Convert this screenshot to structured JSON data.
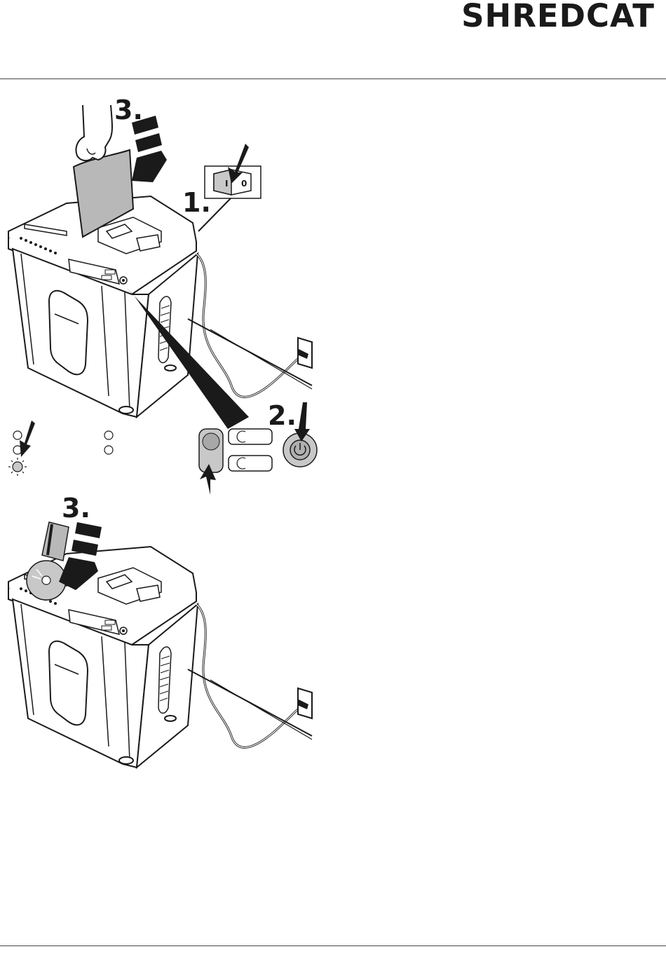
{
  "header": {
    "brand": "SHREDCAT"
  },
  "figure_top": {
    "steps": {
      "switch_on": "1.",
      "power_button": "2.",
      "insert_paper": "3."
    },
    "main_switch_symbols": {
      "on": "I",
      "off": "0"
    }
  },
  "figure_bottom": {
    "steps": {
      "insert_card_cd": "3."
    }
  },
  "colors": {
    "ink": "#1a1a1a",
    "paper_fill": "#b8b8b8",
    "button_fill": "#c8c8c8",
    "rule": "#444444"
  }
}
